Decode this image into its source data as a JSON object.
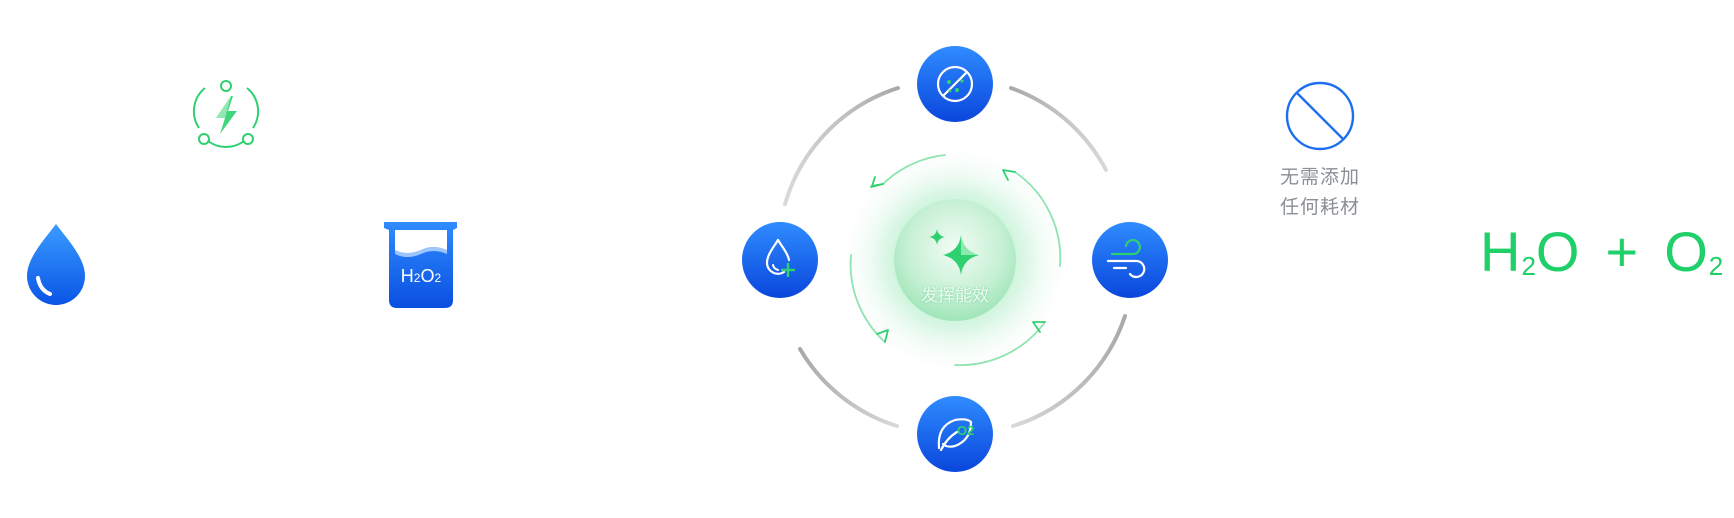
{
  "canvas": {
    "background": "#ffffff"
  },
  "colors": {
    "blue_light": "#2d8cf7",
    "blue_dark": "#0a50e0",
    "green": "#1fcf68",
    "gray_text": "#8a8f96",
    "ring_gray": "#b8b8b8"
  },
  "icons": {
    "energy_cycle": "energy-cycle-icon",
    "water_drop": "water-drop-icon",
    "beaker": "beaker-h2o2-icon",
    "no_bacteria": "no-bacteria-icon",
    "water_plus": "water-plus-icon",
    "wind": "wind-icon",
    "leaf_o2": "leaf-o2-icon",
    "no_symbol": "no-symbol-icon",
    "sparkle": "sparkle-icon"
  },
  "beaker": {
    "label_h": "H",
    "label_2a": "2",
    "label_o": "O",
    "label_2b": "2"
  },
  "hub": {
    "label": "发挥能效"
  },
  "leaf_node": {
    "label": "O2"
  },
  "no_consumables": {
    "line1": "无需添加",
    "line2": "任何耗材"
  },
  "formula": {
    "h": "H",
    "sub1": "2",
    "o": "O",
    "plus": "+",
    "o2": "O",
    "sub2": "2"
  }
}
